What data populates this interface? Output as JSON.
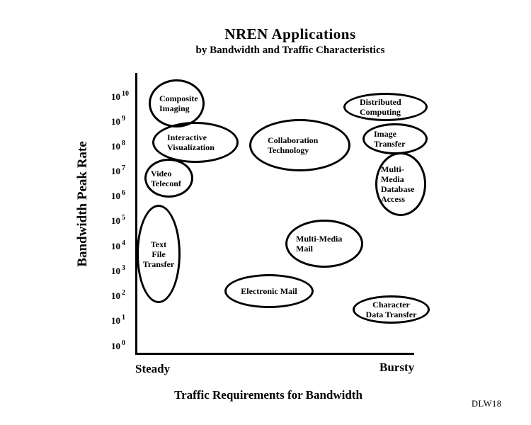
{
  "header": {
    "title": "NREN Applications",
    "subtitle": "by Bandwidth and Traffic Characteristics"
  },
  "y_axis": {
    "label": "Bandwidth Peak Rate",
    "tick_base": "10",
    "tick_exponents": [
      "10",
      "9",
      "8",
      "7",
      "6",
      "5",
      "4",
      "3",
      "2",
      "1",
      "0"
    ]
  },
  "x_axis": {
    "label": "Traffic Requirements for Bandwidth",
    "left_end_label": "Steady",
    "right_end_label": "Bursty"
  },
  "footnote": "DLW18",
  "colors": {
    "ink": "#000000",
    "background": "#ffffff"
  },
  "chart_data": {
    "type": "scatter",
    "title": "NREN Applications",
    "subtitle": "by Bandwidth and Traffic Characteristics",
    "xlabel": "Traffic Requirements for Bandwidth",
    "ylabel": "Bandwidth Peak Rate",
    "x_scale": "qualitative, 0 = Steady to 1 = Bursty",
    "y_scale": "log10 bandwidth, exponents 0 through 10",
    "ylim_log10": [
      0,
      10
    ],
    "grid": false,
    "legend": false,
    "points": [
      {
        "label": "Composite Imaging",
        "text": "Composite\nImaging",
        "x": 0.15,
        "y_log10": 9.7,
        "y_log10_range": [
          8.8,
          10.7
        ]
      },
      {
        "label": "Interactive Visualization",
        "text": "Interactive\nVisualization",
        "x": 0.22,
        "y_log10": 8.2,
        "y_log10_range": [
          7.3,
          9.0
        ]
      },
      {
        "label": "Video Teleconf",
        "text": "Video\nTeleconf",
        "x": 0.12,
        "y_log10": 6.7,
        "y_log10_range": [
          5.9,
          7.5
        ]
      },
      {
        "label": "Text File Transfer",
        "text": "Text\nFile\nTransfer",
        "x": 0.08,
        "y_log10": 3.7,
        "y_log10_range": [
          1.7,
          5.7
        ]
      },
      {
        "label": "Collaboration Technology",
        "text": "Collaboration\nTechnology",
        "x": 0.59,
        "y_log10": 8.0,
        "y_log10_range": [
          7.0,
          9.1
        ]
      },
      {
        "label": "Distributed Computing",
        "text": "Distributed\nComputing",
        "x": 0.9,
        "y_log10": 9.6,
        "y_log10_range": [
          9.0,
          10.1
        ]
      },
      {
        "label": "Image Transfer",
        "text": "Image\nTransfer",
        "x": 0.93,
        "y_log10": 8.3,
        "y_log10_range": [
          7.7,
          8.9
        ]
      },
      {
        "label": "Multi-Media Database Access",
        "text": "Multi-\nMedia\nDatabase\nAccess",
        "x": 0.95,
        "y_log10": 6.5,
        "y_log10_range": [
          5.2,
          7.8
        ]
      },
      {
        "label": "Multi-Media Mail",
        "text": "Multi-Media\nMail",
        "x": 0.68,
        "y_log10": 4.1,
        "y_log10_range": [
          3.1,
          5.1
        ]
      },
      {
        "label": "Electronic Mail",
        "text": "Electronic Mail",
        "x": 0.48,
        "y_log10": 2.2,
        "y_log10_range": [
          1.5,
          2.9
        ]
      },
      {
        "label": "Character Data Transfer",
        "text": "Character\nData Transfer",
        "x": 0.92,
        "y_log10": 1.4,
        "y_log10_range": [
          0.9,
          2.0
        ]
      }
    ]
  }
}
